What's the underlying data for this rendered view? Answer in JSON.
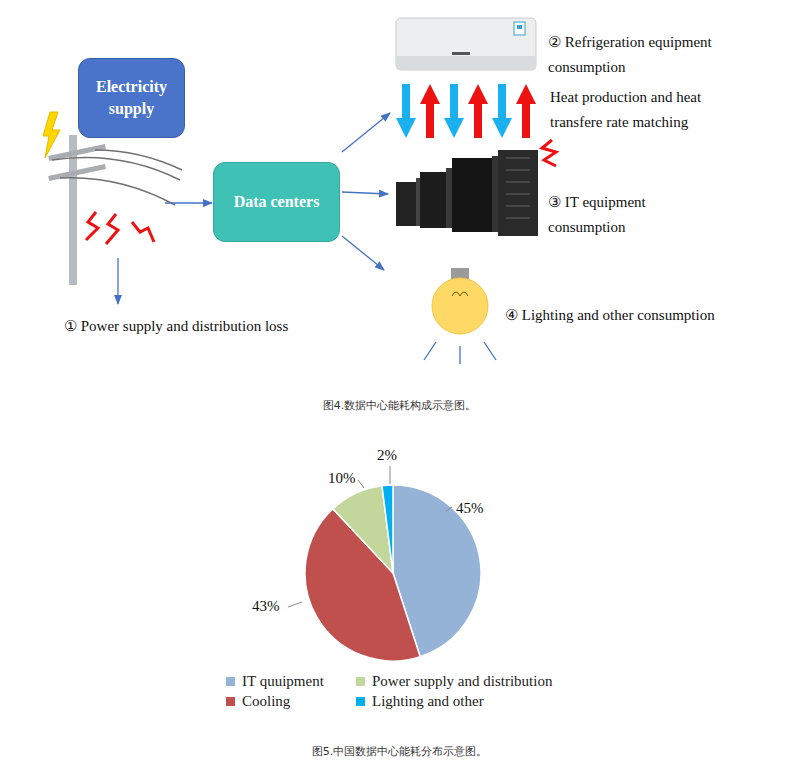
{
  "diagram": {
    "nodes": [
      {
        "text": [
          "Electricity supply"
        ]
      },
      {
        "text": [
          "Data centers"
        ]
      }
    ],
    "labels": [
      "① Power supply and distribution loss",
      "② Refrigeration equipment consumption",
      "Heat production and heat transfere rate matching",
      "③ IT equipment consumption",
      "④ Lighting and other consumption",
      "图4.数据中心能耗构成示意图。",
      "45%",
      "43%",
      "10%",
      "2%",
      "图5.中国数据中心能耗分布示意图。"
    ],
    "legend": [
      {
        "text": "IT quuipment",
        "color": "#95b3d7"
      },
      {
        "text": "Power supply and distribution",
        "color": "#c3d69b"
      },
      {
        "text": "Cooling",
        "color": "#c0504d"
      },
      {
        "text": "Lighting and other",
        "color": "#00b0f0"
      }
    ]
  }
}
